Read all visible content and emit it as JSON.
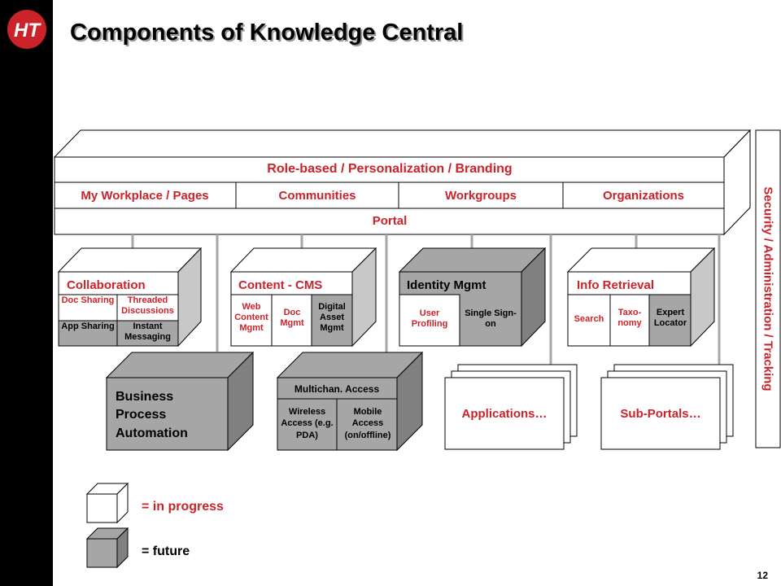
{
  "slide": {
    "title": "Components of Knowledge Central",
    "page_number": "12",
    "logo_icon": "ht-logo-icon"
  },
  "colors": {
    "accent_red": "#cc2229",
    "future_gray": "#a6a6a6",
    "in_progress_white": "#ffffff"
  },
  "portal": {
    "top_label": "Role-based /  Personalization /  Branding",
    "tabs": [
      "My Workplace / Pages",
      "Communities",
      "Workgroups",
      "Organizations"
    ],
    "bottom_label": "Portal"
  },
  "security_bar": "Security / Administration / Tracking",
  "collaboration": {
    "title": "Collaboration",
    "doc_sharing": "Doc Sharing",
    "threaded_discussions": "Threaded Discussions",
    "app_sharing": "App Sharing",
    "instant_messaging": "Instant Messaging"
  },
  "content_cms": {
    "title": "Content - CMS",
    "web_content": "Web Content Mgmt",
    "doc_mgmt": "Doc Mgmt",
    "digital_asset": "Digital Asset Mgmt"
  },
  "identity": {
    "title": "Identity Mgmt",
    "user_profiling": "User Profiling",
    "single_sign_on": "Single Sign-on"
  },
  "info_retrieval": {
    "title": "Info Retrieval",
    "search": "Search",
    "taxonomy": "Taxo-\nnomy",
    "expert_locator": "Expert Locator"
  },
  "bpa": {
    "label": "Business Process Automation"
  },
  "multichannel": {
    "title": "Multichan. Access",
    "wireless": "Wireless Access (e.g. PDA)",
    "mobile": "Mobile Access (on/offline)"
  },
  "applications": "Applications…",
  "subportals": "Sub-Portals…",
  "legend": {
    "in_progress": "= in progress",
    "future": "= future"
  }
}
